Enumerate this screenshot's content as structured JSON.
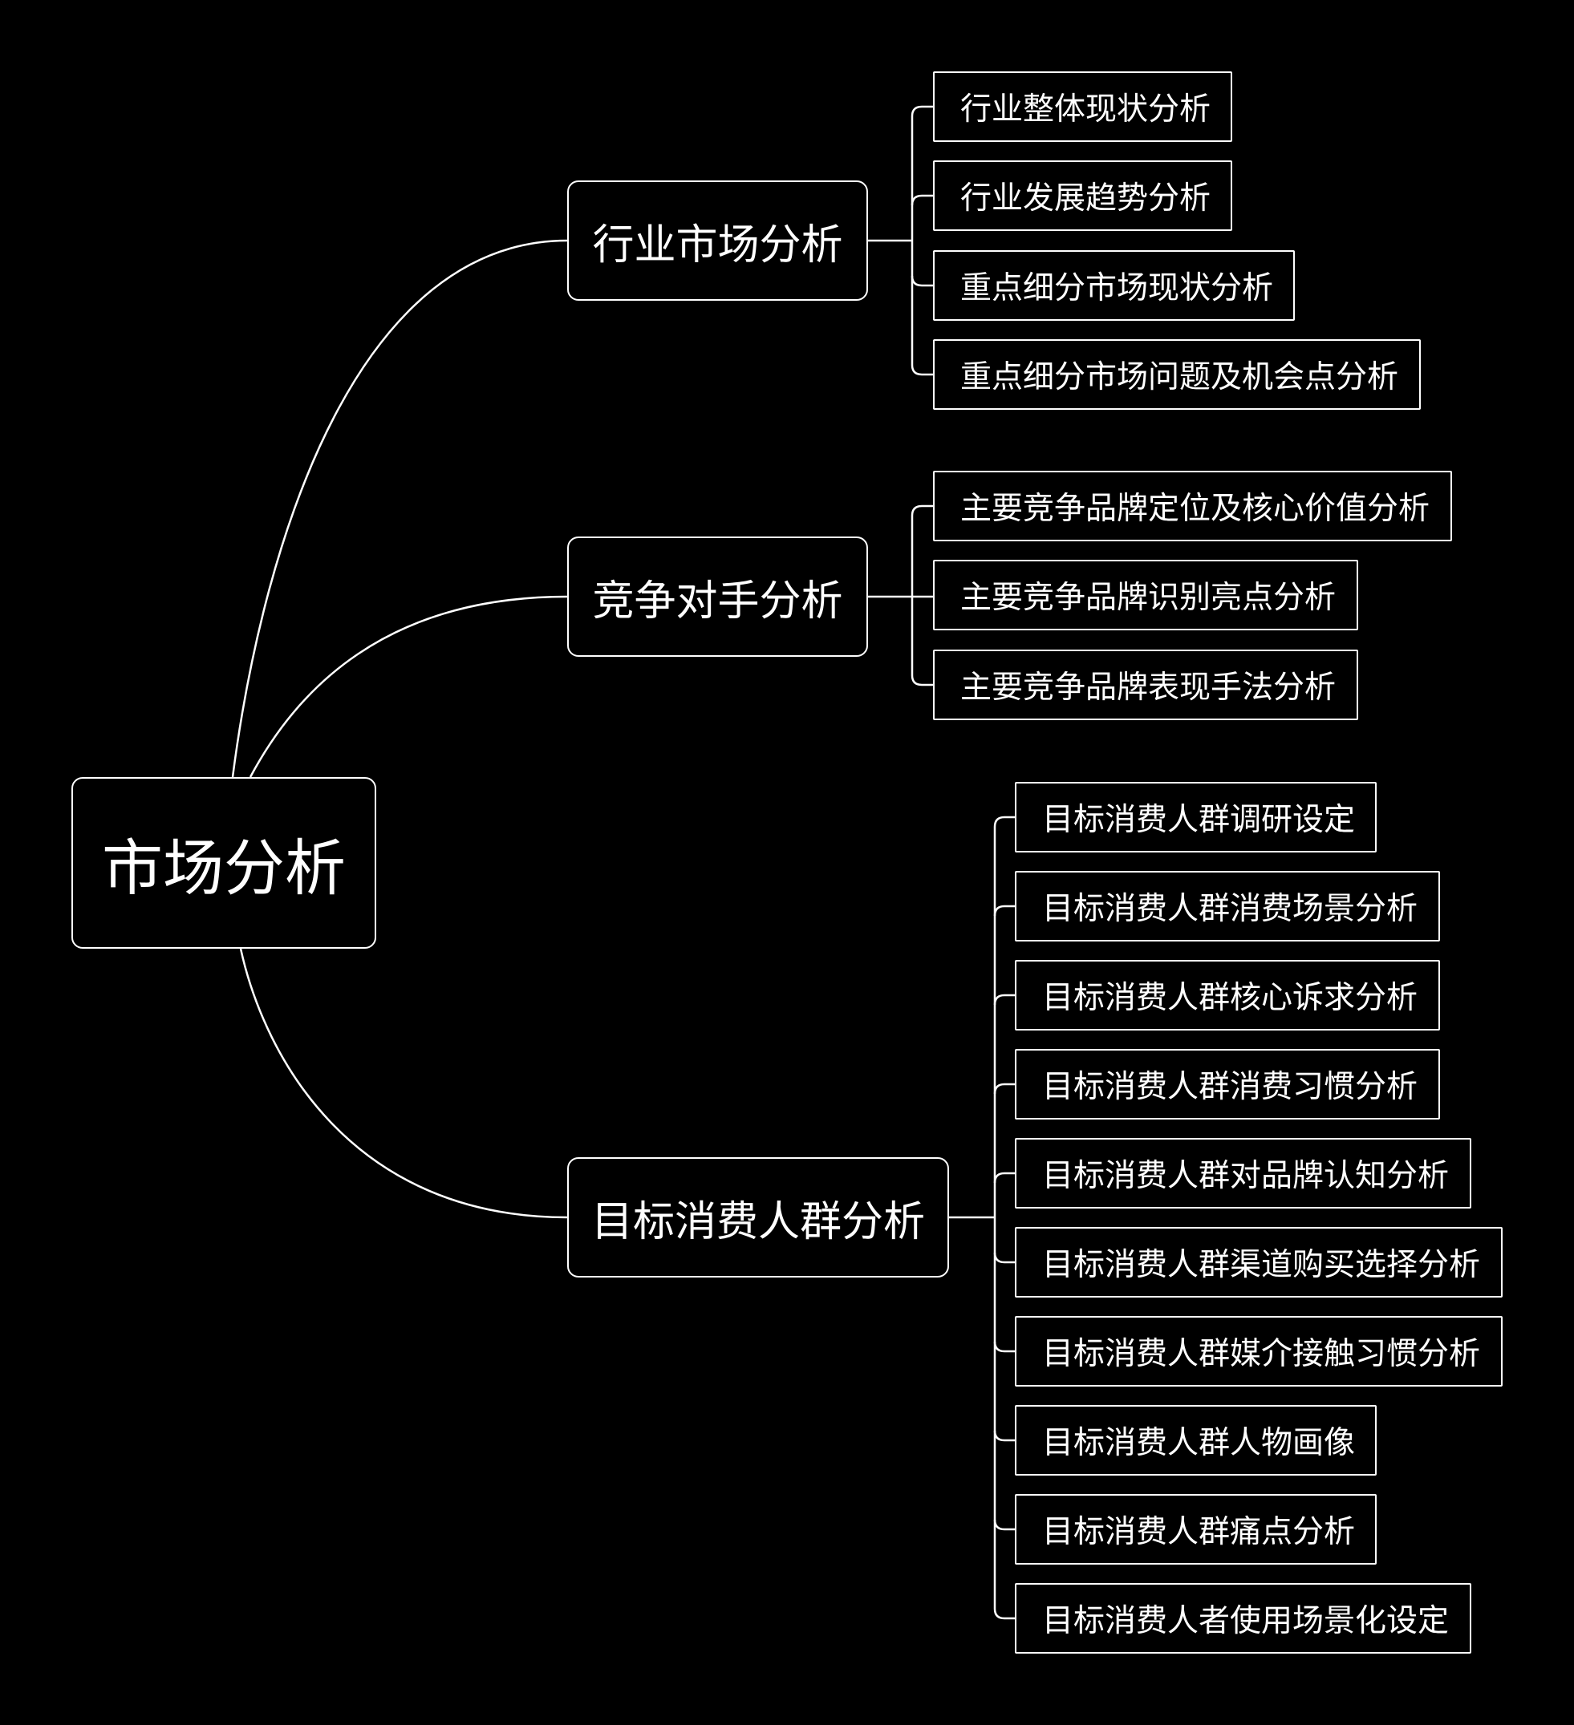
{
  "colors": {
    "background": "#000000",
    "line": "#ffffff",
    "text": "#ffffff"
  },
  "root": {
    "label": "市场分析"
  },
  "branches": [
    {
      "label": "行业市场分析",
      "children": [
        "行业整体现状分析",
        "行业发展趋势分析",
        "重点细分市场现状分析",
        "重点细分市场问题及机会点分析"
      ]
    },
    {
      "label": "竞争对手分析",
      "children": [
        "主要竞争品牌定位及核心价值分析",
        "主要竞争品牌识别亮点分析",
        "主要竞争品牌表现手法分析"
      ]
    },
    {
      "label": "目标消费人群分析",
      "children": [
        "目标消费人群调研设定",
        "目标消费人群消费场景分析",
        "目标消费人群核心诉求分析",
        "目标消费人群消费习惯分析",
        "目标消费人群对品牌认知分析",
        "目标消费人群渠道购买选择分析",
        "目标消费人群媒介接触习惯分析",
        "目标消费人群人物画像",
        "目标消费人群痛点分析",
        "目标消费人者使用场景化设定"
      ]
    }
  ]
}
